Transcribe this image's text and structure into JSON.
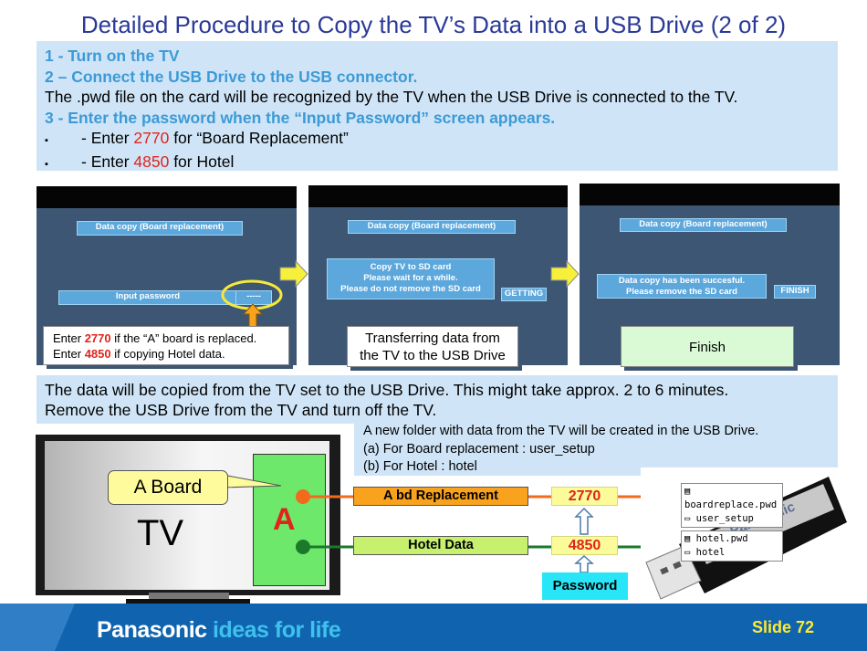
{
  "title": "Detailed Procedure to Copy the TV’s Data into a USB Drive (2 of 2)",
  "steps": {
    "step1": "1 - Turn on the TV",
    "step2": "2 – Connect the USB Drive to the USB connector.",
    "note": "The .pwd file on the card will be recognized by the TV when the USB Drive is connected to the TV.",
    "step3": "3 - Enter the password when the “Input Password” screen appears.",
    "bullet_marker": "▪",
    "bullet1_pre": "- Enter ",
    "bullet1_code": "2770",
    "bullet1_post": " for “Board Replacement”",
    "bullet2_pre": "- Enter ",
    "bullet2_code": "4850",
    "bullet2_post": " for Hotel"
  },
  "screens": [
    {
      "header": "Data copy (Board replacement)",
      "field_label": "Input password",
      "field_value": "-----"
    },
    {
      "header": "Data copy (Board replacement)",
      "message_l1": "Copy TV to SD card",
      "message_l2": "Please wait for a while.",
      "message_l3": "Please do not remove the SD card",
      "status": "GETTING"
    },
    {
      "header": "Data copy (Board replacement)",
      "message_l1": "Data copy has been succesful.",
      "message_l2": "Please remove the SD card",
      "status": "FINISH"
    }
  ],
  "captions": {
    "c1_l1_pre": "Enter ",
    "c1_l1_code": "2770",
    "c1_l1_post": " if the “A” board is replaced.",
    "c1_l2_pre": "Enter ",
    "c1_l2_code": "4850",
    "c1_l2_post": " if copying Hotel data.",
    "c2_l1": "Transferring data from",
    "c2_l2": "the TV to the USB Drive",
    "c3": "Finish"
  },
  "info": {
    "line1": "The data will be copied from the TV set to the USB Drive. This might take approx. 2 to 6 minutes.",
    "line2": "Remove the USB Drive from the TV and turn off the TV."
  },
  "folder_note": {
    "line1": "A new folder with data from the TV will be created in the USB Drive.",
    "line2": "(a) For Board replacement : user_setup",
    "line3": "(b) For Hotel : hotel"
  },
  "diagram": {
    "tv_label": "TV",
    "board_callout": "A Board",
    "board_letter": "A",
    "row1_label": "A bd Replacement",
    "row1_code": "2770",
    "row2_label": "Hotel Data",
    "row2_code": "4850",
    "password_label": "Password",
    "usb_brand": "Panasonic",
    "files_top": [
      "boardreplace.pwd",
      "user_setup"
    ],
    "files_bottom": [
      "hotel.pwd",
      "hotel"
    ]
  },
  "footer": {
    "brand": "Panasonic",
    "tagline": "ideas for life",
    "slide": "Slide 72"
  },
  "colors": {
    "title": "#2b3a98",
    "panel": "#cfe5f7",
    "step_blue": "#3d9ad6",
    "code_red": "#e0241b",
    "footer_blue": "#1063ae",
    "slide_yellow": "#ffea31"
  }
}
